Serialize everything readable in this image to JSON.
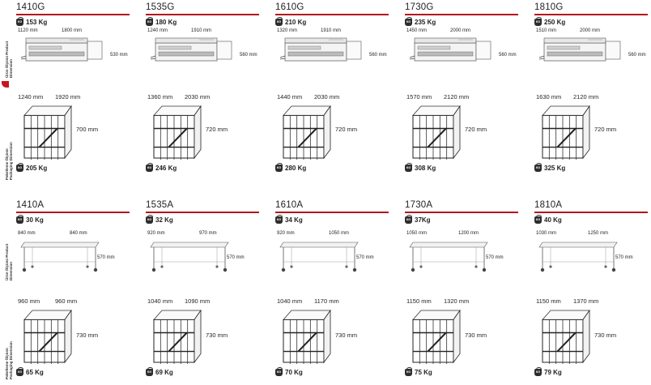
{
  "side_labels": {
    "product": "Ürün Ölçüsü Product Dimension",
    "packaging": "Paketleme Ölçüsü Packaging Dimension"
  },
  "kg_badge": "KG",
  "ovens": [
    {
      "model": "1410G",
      "weight": "153 Kg",
      "w1": "1120 mm",
      "w2": "1800 mm",
      "h": "530 mm",
      "pw1": "1240 mm",
      "pw2": "1920 mm",
      "ph": "700 mm",
      "pweight": "205 Kg"
    },
    {
      "model": "1535G",
      "weight": "180 Kg",
      "w1": "1240 mm",
      "w2": "1910 mm",
      "h": "560 mm",
      "pw1": "1360 mm",
      "pw2": "2030 mm",
      "ph": "720 mm",
      "pweight": "246 Kg"
    },
    {
      "model": "1610G",
      "weight": "210 Kg",
      "w1": "1320 mm",
      "w2": "1910 mm",
      "h": "560 mm",
      "pw1": "1440 mm",
      "pw2": "2030 mm",
      "ph": "720 mm",
      "pweight": "280 Kg"
    },
    {
      "model": "1730G",
      "weight": "235 Kg",
      "w1": "1450 mm",
      "w2": "2000 mm",
      "h": "560 mm",
      "pw1": "1570 mm",
      "pw2": "2120 mm",
      "ph": "720 mm",
      "pweight": "308 Kg"
    },
    {
      "model": "1810G",
      "weight": "250 Kg",
      "w1": "1510 mm",
      "w2": "2000 mm",
      "h": "560 mm",
      "pw1": "1630 mm",
      "pw2": "2120 mm",
      "ph": "720 mm",
      "pweight": "325 Kg"
    }
  ],
  "stands": [
    {
      "model": "1410A",
      "weight": "30 Kg",
      "w1": "840 mm",
      "w2": "840 mm",
      "h": "570 mm",
      "pw1": "960 mm",
      "pw2": "960 mm",
      "ph": "730 mm",
      "pweight": "65 Kg"
    },
    {
      "model": "1535A",
      "weight": "32 Kg",
      "w1": "920 mm",
      "w2": "970 mm",
      "h": "570 mm",
      "pw1": "1040 mm",
      "pw2": "1090 mm",
      "ph": "730 mm",
      "pweight": "69 Kg"
    },
    {
      "model": "1610A",
      "weight": "34 Kg",
      "w1": "920 mm",
      "w2": "1050 mm",
      "h": "570 mm",
      "pw1": "1040 mm",
      "pw2": "1170 mm",
      "ph": "730 mm",
      "pweight": "70 Kg"
    },
    {
      "model": "1730A",
      "weight": "37Kg",
      "w1": "1050 mm",
      "w2": "1200 mm",
      "h": "570 mm",
      "pw1": "1150 mm",
      "pw2": "1320 mm",
      "ph": "730 mm",
      "pweight": "75 Kg"
    },
    {
      "model": "1810A",
      "weight": "40 Kg",
      "w1": "1030 mm",
      "w2": "1250 mm",
      "h": "570 mm",
      "pw1": "1150 mm",
      "pw2": "1370 mm",
      "ph": "730 mm",
      "pweight": "79 Kg"
    }
  ]
}
